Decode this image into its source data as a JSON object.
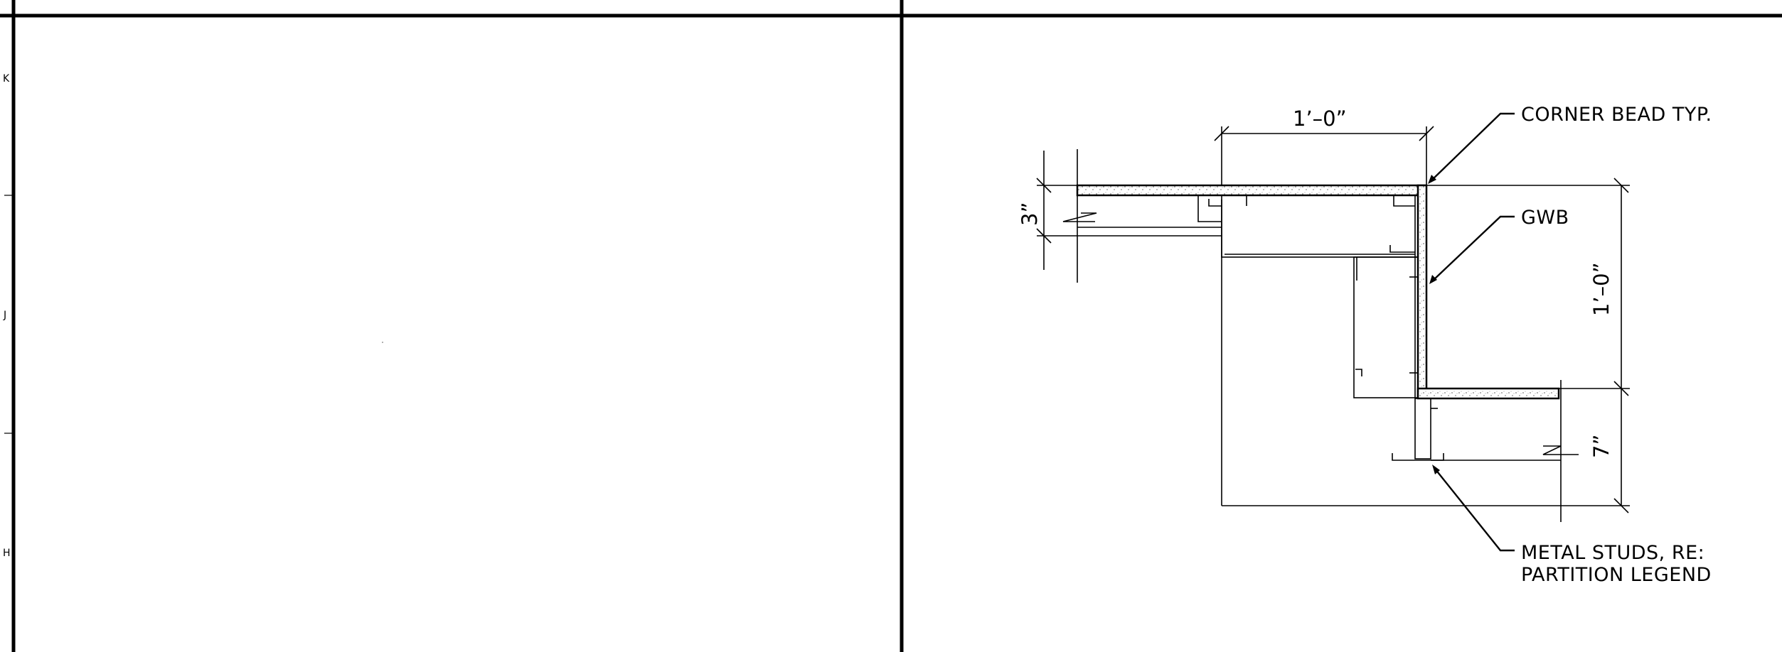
{
  "grid": {
    "row_labels": [
      "K",
      "J",
      "H"
    ]
  },
  "detail": {
    "dimensions": {
      "top_width": "1’–0”",
      "right_height": "1’–0”",
      "left_offset": "3”",
      "right_offset": "7”"
    },
    "notes": {
      "corner_bead": "CORNER BEAD TYP.",
      "gwb": "GWB",
      "studs_line1": "METAL STUDS, RE:",
      "studs_line2": "PARTITION LEGEND"
    }
  }
}
